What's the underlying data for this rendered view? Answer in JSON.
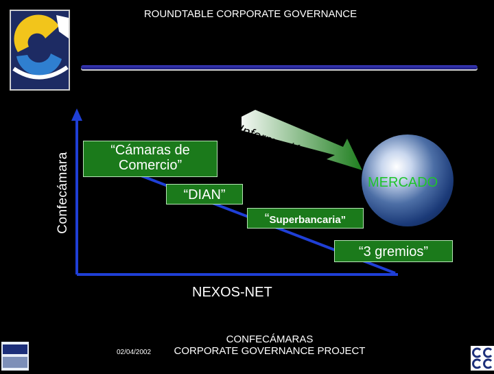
{
  "header": {
    "title": "ROUNDTABLE CORPORATE GOVERNANCE"
  },
  "axes": {
    "y_label": "Confecámara",
    "x_label": "NEXOS-NET"
  },
  "boxes": {
    "camaras_line1": "“Cámaras de",
    "camaras_line2": "Comercio”",
    "dian": "“DIAN”",
    "super_quote": "“",
    "super_text": "Superbancaria”",
    "gremios": "“3 gremios”"
  },
  "arrow": {
    "label": "Información"
  },
  "market": {
    "label": "MERCADO"
  },
  "footer": {
    "date": "02/04/2002",
    "org_line1": "CONFECÁMARAS",
    "org_line2": "CORPORATE GOVERNANCE PROJECT"
  },
  "colors": {
    "background": "#000000",
    "box_fill": "#1b7a1b",
    "market_text": "#1fc42b",
    "axis": "#1f3fd6",
    "arrow": "#1f7f1f"
  },
  "icons": {
    "logo": "gobernabilidad-corporativa-logo",
    "earth": "earth-globe-icon",
    "cipe": "cipe-logo",
    "ccc": "ccc-logo"
  }
}
